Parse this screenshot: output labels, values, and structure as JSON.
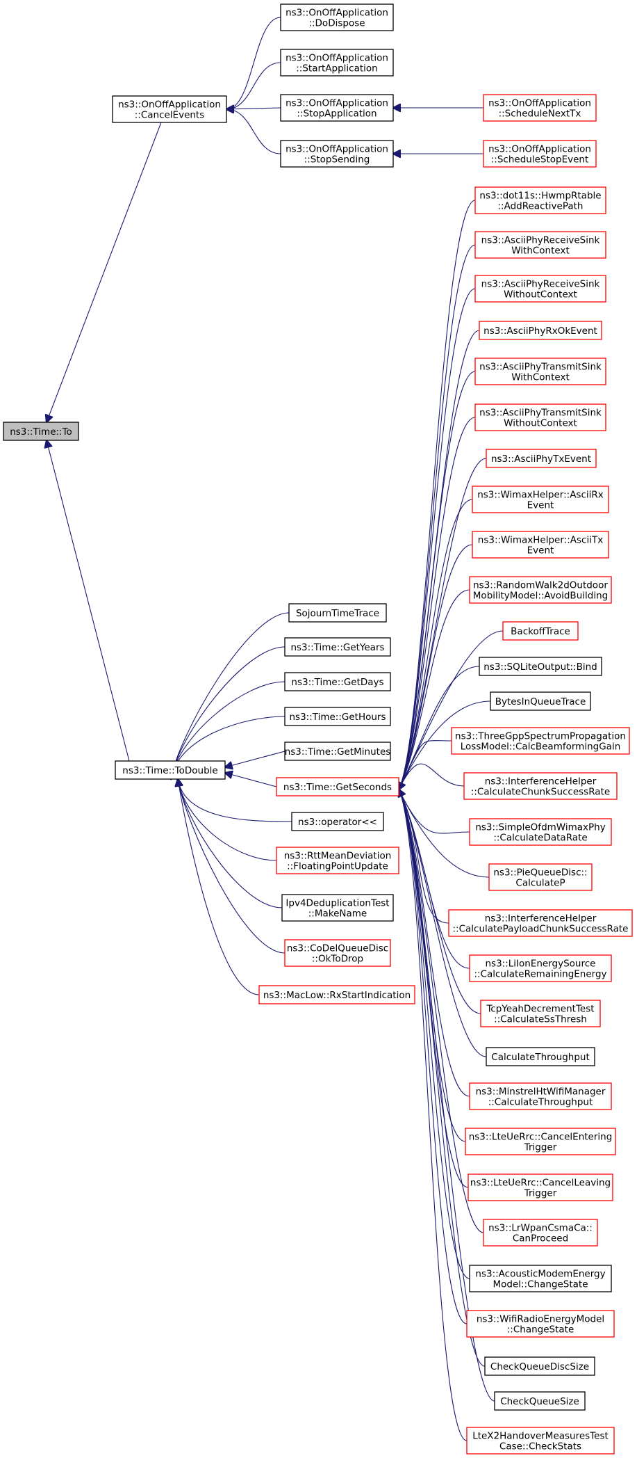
{
  "graph": {
    "edge_color": "#191970",
    "node_border_default": "#000000",
    "node_border_highlight": "#ff0000",
    "root_fill": "#bfbfbf",
    "nodes": [
      {
        "id": "to",
        "lines": [
          "ns3::Time::To"
        ],
        "border": "black",
        "root": true
      },
      {
        "id": "cancelEvents",
        "lines": [
          "ns3::OnOffApplication",
          "::CancelEvents"
        ],
        "border": "black"
      },
      {
        "id": "doDispose",
        "lines": [
          "ns3::OnOffApplication",
          "::DoDispose"
        ],
        "border": "black"
      },
      {
        "id": "startApp",
        "lines": [
          "ns3::OnOffApplication",
          "::StartApplication"
        ],
        "border": "black"
      },
      {
        "id": "stopApp",
        "lines": [
          "ns3::OnOffApplication",
          "::StopApplication"
        ],
        "border": "black"
      },
      {
        "id": "stopSending",
        "lines": [
          "ns3::OnOffApplication",
          "::StopSending"
        ],
        "border": "black"
      },
      {
        "id": "schedNextTx",
        "lines": [
          "ns3::OnOffApplication",
          "::ScheduleNextTx"
        ],
        "border": "red"
      },
      {
        "id": "schedStop",
        "lines": [
          "ns3::OnOffApplication",
          "::ScheduleStopEvent"
        ],
        "border": "red"
      },
      {
        "id": "toDouble",
        "lines": [
          "ns3::Time::ToDouble"
        ],
        "border": "black"
      },
      {
        "id": "sojourn",
        "lines": [
          "SojournTimeTrace"
        ],
        "border": "black"
      },
      {
        "id": "getYears",
        "lines": [
          "ns3::Time::GetYears"
        ],
        "border": "black"
      },
      {
        "id": "getDays",
        "lines": [
          "ns3::Time::GetDays"
        ],
        "border": "black"
      },
      {
        "id": "getHours",
        "lines": [
          "ns3::Time::GetHours"
        ],
        "border": "black"
      },
      {
        "id": "getMinutes",
        "lines": [
          "ns3::Time::GetMinutes"
        ],
        "border": "black"
      },
      {
        "id": "getSeconds",
        "lines": [
          "ns3::Time::GetSeconds"
        ],
        "border": "red"
      },
      {
        "id": "operatorLL",
        "lines": [
          "ns3::operator<<"
        ],
        "border": "black"
      },
      {
        "id": "rttMean",
        "lines": [
          "ns3::RttMeanDeviation",
          "::FloatingPointUpdate"
        ],
        "border": "red"
      },
      {
        "id": "ipv4Dedup",
        "lines": [
          "Ipv4DeduplicationTest",
          "::MakeName"
        ],
        "border": "black"
      },
      {
        "id": "codel",
        "lines": [
          "ns3::CoDelQueueDisc",
          "::OkToDrop"
        ],
        "border": "red"
      },
      {
        "id": "macLow",
        "lines": [
          "ns3::MacLow::RxStartIndication"
        ],
        "border": "red"
      },
      {
        "id": "g01",
        "lines": [
          "ns3::dot11s::HwmpRtable",
          "::AddReactivePath"
        ],
        "border": "red"
      },
      {
        "id": "g02",
        "lines": [
          "ns3::AsciiPhyReceiveSink",
          "WithContext"
        ],
        "border": "red"
      },
      {
        "id": "g03",
        "lines": [
          "ns3::AsciiPhyReceiveSink",
          "WithoutContext"
        ],
        "border": "red"
      },
      {
        "id": "g04",
        "lines": [
          "ns3::AsciiPhyRxOkEvent"
        ],
        "border": "red"
      },
      {
        "id": "g05",
        "lines": [
          "ns3::AsciiPhyTransmitSink",
          "WithContext"
        ],
        "border": "red"
      },
      {
        "id": "g06",
        "lines": [
          "ns3::AsciiPhyTransmitSink",
          "WithoutContext"
        ],
        "border": "red"
      },
      {
        "id": "g07",
        "lines": [
          "ns3::AsciiPhyTxEvent"
        ],
        "border": "red"
      },
      {
        "id": "g08",
        "lines": [
          "ns3::WimaxHelper::AsciiRx",
          "Event"
        ],
        "border": "red"
      },
      {
        "id": "g09",
        "lines": [
          "ns3::WimaxHelper::AsciiTx",
          "Event"
        ],
        "border": "red"
      },
      {
        "id": "g10",
        "lines": [
          "ns3::RandomWalk2dOutdoor",
          "MobilityModel::AvoidBuilding"
        ],
        "border": "red"
      },
      {
        "id": "g11",
        "lines": [
          "BackoffTrace"
        ],
        "border": "red"
      },
      {
        "id": "g12",
        "lines": [
          "ns3::SQLiteOutput::Bind"
        ],
        "border": "black"
      },
      {
        "id": "g13",
        "lines": [
          "BytesInQueueTrace"
        ],
        "border": "black"
      },
      {
        "id": "g14",
        "lines": [
          "ns3::ThreeGppSpectrumPropagation",
          "LossModel::CalcBeamformingGain"
        ],
        "border": "red"
      },
      {
        "id": "g15",
        "lines": [
          "ns3::InterferenceHelper",
          "::CalculateChunkSuccessRate"
        ],
        "border": "red"
      },
      {
        "id": "g16",
        "lines": [
          "ns3::SimpleOfdmWimaxPhy",
          "::CalculateDataRate"
        ],
        "border": "red"
      },
      {
        "id": "g17",
        "lines": [
          "ns3::PieQueueDisc::",
          "CalculateP"
        ],
        "border": "red"
      },
      {
        "id": "g18",
        "lines": [
          "ns3::InterferenceHelper",
          "::CalculatePayloadChunkSuccessRate"
        ],
        "border": "red"
      },
      {
        "id": "g19",
        "lines": [
          "ns3::LiIonEnergySource",
          "::CalculateRemainingEnergy"
        ],
        "border": "red"
      },
      {
        "id": "g20",
        "lines": [
          "TcpYeahDecrementTest",
          "::CalculateSsThresh"
        ],
        "border": "red"
      },
      {
        "id": "g21",
        "lines": [
          "CalculateThroughput"
        ],
        "border": "black"
      },
      {
        "id": "g22",
        "lines": [
          "ns3::MinstrelHtWifiManager",
          "::CalculateThroughput"
        ],
        "border": "red"
      },
      {
        "id": "g23",
        "lines": [
          "ns3::LteUeRrc::CancelEntering",
          "Trigger"
        ],
        "border": "red"
      },
      {
        "id": "g24",
        "lines": [
          "ns3::LteUeRrc::CancelLeaving",
          "Trigger"
        ],
        "border": "red"
      },
      {
        "id": "g25",
        "lines": [
          "ns3::LrWpanCsmaCa::",
          "CanProceed"
        ],
        "border": "red"
      },
      {
        "id": "g26",
        "lines": [
          "ns3::AcousticModemEnergy",
          "Model::ChangeState"
        ],
        "border": "black"
      },
      {
        "id": "g27",
        "lines": [
          "ns3::WifiRadioEnergyModel",
          "::ChangeState"
        ],
        "border": "red"
      },
      {
        "id": "g28",
        "lines": [
          "CheckQueueDiscSize"
        ],
        "border": "black"
      },
      {
        "id": "g29",
        "lines": [
          "CheckQueueSize"
        ],
        "border": "black"
      },
      {
        "id": "g30",
        "lines": [
          "LteX2HandoverMeasuresTest",
          "Case::CheckStats"
        ],
        "border": "red"
      }
    ]
  }
}
